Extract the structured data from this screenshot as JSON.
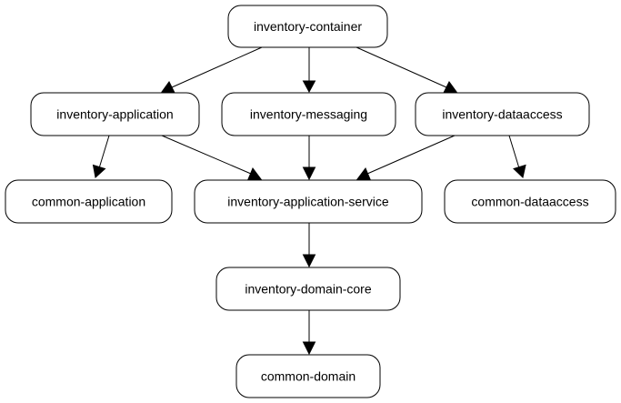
{
  "diagram": {
    "nodes": {
      "inventory_container": {
        "label": "inventory-container"
      },
      "inventory_application": {
        "label": "inventory-application"
      },
      "inventory_messaging": {
        "label": "inventory-messaging"
      },
      "inventory_dataaccess": {
        "label": "inventory-dataaccess"
      },
      "common_application": {
        "label": "common-application"
      },
      "inventory_application_service": {
        "label": "inventory-application-service"
      },
      "common_dataaccess": {
        "label": "common-dataaccess"
      },
      "inventory_domain_core": {
        "label": "inventory-domain-core"
      },
      "common_domain": {
        "label": "common-domain"
      }
    },
    "edges": [
      {
        "from": "inventory_container",
        "to": "inventory_application"
      },
      {
        "from": "inventory_container",
        "to": "inventory_messaging"
      },
      {
        "from": "inventory_container",
        "to": "inventory_dataaccess"
      },
      {
        "from": "inventory_application",
        "to": "common_application"
      },
      {
        "from": "inventory_application",
        "to": "inventory_application_service"
      },
      {
        "from": "inventory_messaging",
        "to": "inventory_application_service"
      },
      {
        "from": "inventory_dataaccess",
        "to": "inventory_application_service"
      },
      {
        "from": "inventory_dataaccess",
        "to": "common_dataaccess"
      },
      {
        "from": "inventory_application_service",
        "to": "inventory_domain_core"
      },
      {
        "from": "inventory_domain_core",
        "to": "common_domain"
      }
    ]
  }
}
